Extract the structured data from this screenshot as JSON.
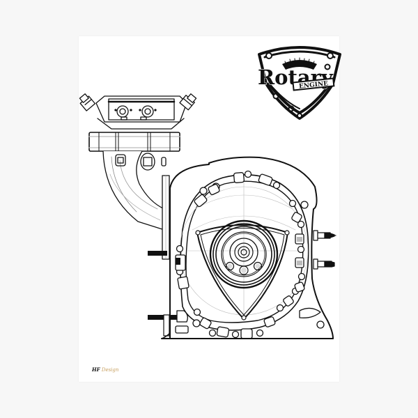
{
  "canvas": {
    "background": "#f7f7f7",
    "print_background": "#ffffff"
  },
  "artwork": {
    "subject": "rotary engine technical line drawing",
    "logo": {
      "word": "Rotary",
      "badge": "ENGINE"
    },
    "signature": {
      "initials": "HF",
      "word": "Design",
      "accent_color": "#c8a060"
    }
  }
}
